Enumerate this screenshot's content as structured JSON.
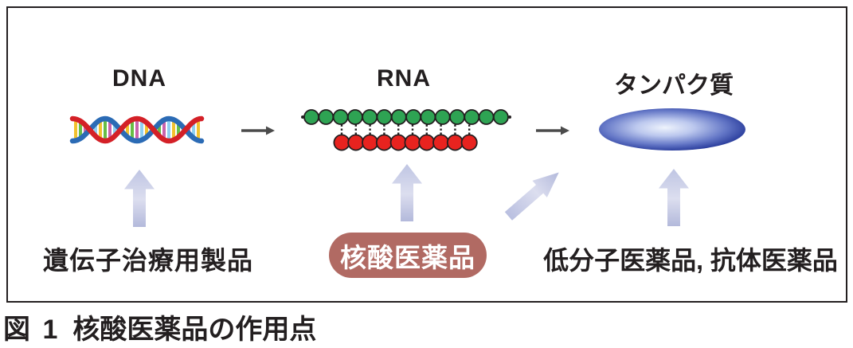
{
  "figure_caption": {
    "label": "図 1",
    "title": "核酸医薬品の作用点"
  },
  "stages": {
    "dna": {
      "title": "DNA",
      "bottom_label": "遺伝子治療用製品"
    },
    "rna": {
      "title": "RNA",
      "bottom_label": "核酸医薬品"
    },
    "protein": {
      "title": "タンパク質",
      "bottom_label": "低分子医薬品, 抗体医薬品"
    }
  },
  "rna_strand": {
    "top_circle_count": 14,
    "bottom_circle_count": 10,
    "base_pair_connector_count": 10,
    "top_circle_color": "#2ea353",
    "bottom_circle_color": "#e8231f"
  },
  "colors": {
    "badge_background": "#b16a63",
    "badge_text": "#ffffff",
    "soft_arrow": "#c3c8e5",
    "flow_arrow": "#4b4b4b",
    "protein_ellipse_dark": "#2b3e9d",
    "text": "#231f20",
    "panel_border": "#231f20"
  }
}
